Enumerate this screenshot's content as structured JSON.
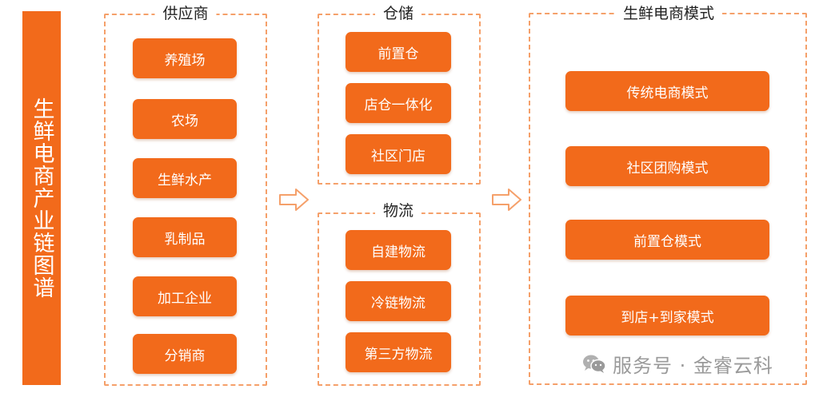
{
  "side_title": "生鲜电商产业链图谱",
  "supplier": {
    "title": "供应商",
    "items": [
      "养殖场",
      "农场",
      "生鲜水产",
      "乳制品",
      "加工企业",
      "分销商"
    ]
  },
  "storage": {
    "title": "仓储",
    "items": [
      "前置仓",
      "店仓一体化",
      "社区门店"
    ]
  },
  "logistics": {
    "title": "物流",
    "items": [
      "自建物流",
      "冷链物流",
      "第三方物流"
    ]
  },
  "models": {
    "title": "生鲜电商模式",
    "items": [
      "传统电商模式",
      "社区团购模式",
      "前置仓模式",
      "到店+到家模式"
    ]
  },
  "watermark": "服务号 · 金睿云科",
  "colors": {
    "accent": "#F26A1B",
    "dash": "#F5A06A"
  },
  "icons": {
    "arrow": "hollow-right-arrow-icon",
    "wechat": "wechat-icon"
  }
}
